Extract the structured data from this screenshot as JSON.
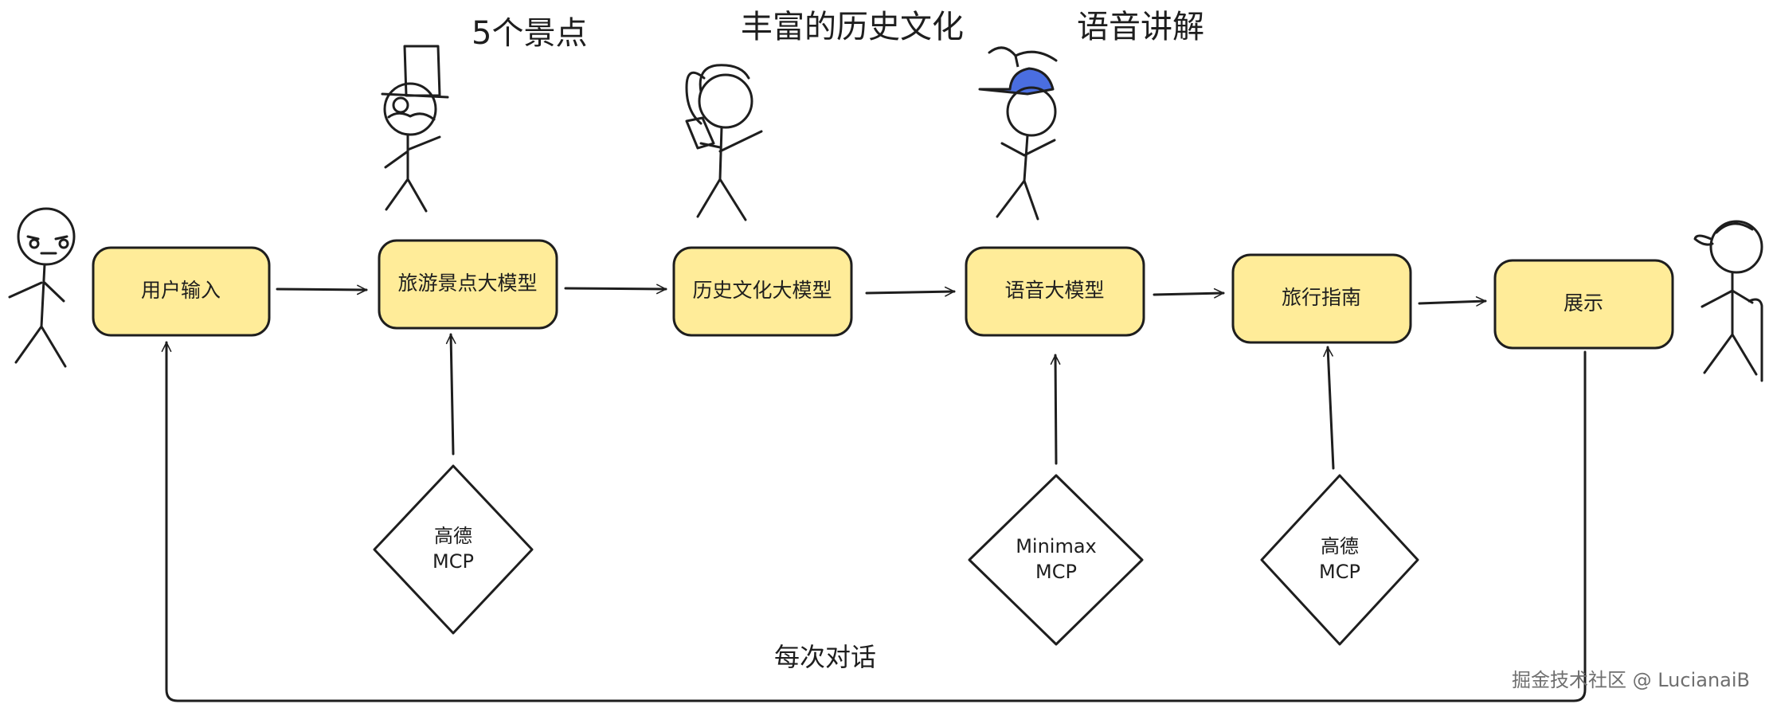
{
  "colors": {
    "node_fill": "#ffec99",
    "stroke": "#1e1e1e",
    "hat_blue": "#4a6ee0",
    "background": "#ffffff"
  },
  "top_labels": {
    "scenic_spots": "5个景点",
    "rich_history": "丰富的历史文化",
    "voice_guide": "语音讲解"
  },
  "nodes": {
    "user_input": "用户输入",
    "travel_model": "旅游景点大模型",
    "history_model": "历史文化大模型",
    "voice_model": "语音大模型",
    "travel_guide": "旅行指南",
    "display": "展示"
  },
  "tools": {
    "gaode_1": {
      "line1": "高德",
      "line2": "MCP"
    },
    "minimax": {
      "line1": "Minimax",
      "line2": "MCP"
    },
    "gaode_2": {
      "line1": "高德",
      "line2": "MCP"
    }
  },
  "loop_label": "每次对话",
  "watermark": "掘金技术社区 @ LucianaiB",
  "icons": [
    "user-stick-figure",
    "top-hat-monocle-figure",
    "phone-ponytail-figure",
    "propeller-cap-figure",
    "cane-elder-figure"
  ]
}
